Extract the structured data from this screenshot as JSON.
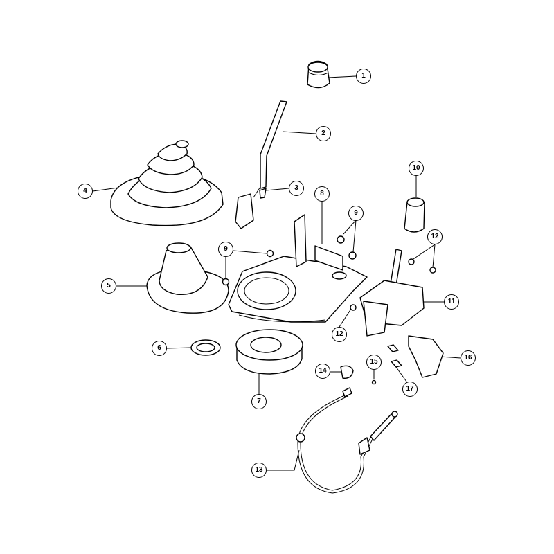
{
  "callouts": [
    {
      "id": "c1",
      "label": "1",
      "part": "shift-knob"
    },
    {
      "id": "c2",
      "label": "2",
      "part": "shift-lever"
    },
    {
      "id": "c3",
      "label": "3",
      "part": "lever-pin"
    },
    {
      "id": "c4",
      "label": "4",
      "part": "outer-boot"
    },
    {
      "id": "c5",
      "label": "5",
      "part": "inner-boot"
    },
    {
      "id": "c6",
      "label": "6",
      "part": "seal-ring"
    },
    {
      "id": "c7",
      "label": "7",
      "part": "boot-retainer"
    },
    {
      "id": "c8",
      "label": "8",
      "part": "shifter-bracket"
    },
    {
      "id": "c9a",
      "label": "9",
      "part": "nut"
    },
    {
      "id": "c9b",
      "label": "9",
      "part": "nut"
    },
    {
      "id": "c10",
      "label": "10",
      "part": "auto-shift-knob"
    },
    {
      "id": "c11",
      "label": "11",
      "part": "shifter-assembly"
    },
    {
      "id": "c12a",
      "label": "12",
      "part": "nut"
    },
    {
      "id": "c12b",
      "label": "12",
      "part": "nut"
    },
    {
      "id": "c13",
      "label": "13",
      "part": "shift-cable"
    },
    {
      "id": "c14",
      "label": "14",
      "part": "cable-clip"
    },
    {
      "id": "c15",
      "label": "15",
      "part": "pin"
    },
    {
      "id": "c16",
      "label": "16",
      "part": "cable-bracket"
    },
    {
      "id": "c17",
      "label": "17",
      "part": "bolt"
    }
  ]
}
